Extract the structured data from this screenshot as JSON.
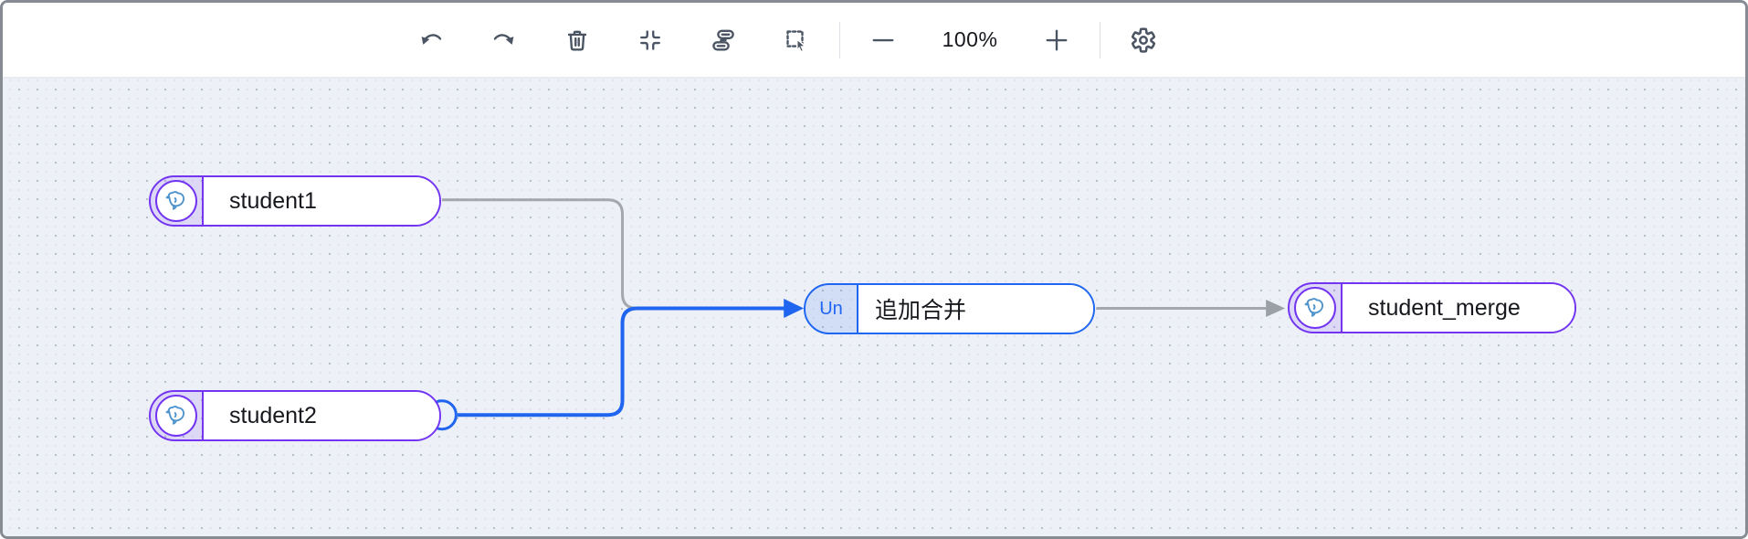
{
  "toolbar": {
    "zoom_level": "100%",
    "icons": [
      "undo",
      "redo",
      "delete",
      "fit-view",
      "auto-layout",
      "marquee-select",
      "zoom-out",
      "zoom-in",
      "settings"
    ]
  },
  "canvas": {
    "nodes": [
      {
        "id": "student1",
        "type": "mysql",
        "label": "student1"
      },
      {
        "id": "student2",
        "type": "mysql",
        "label": "student2"
      },
      {
        "id": "union",
        "type": "union",
        "label": "追加合并",
        "badge": "Un"
      },
      {
        "id": "student_merge",
        "type": "mysql",
        "label": "student_merge"
      }
    ],
    "edges": [
      {
        "from": "student1",
        "to": "union",
        "color": "#a4a7ac"
      },
      {
        "from": "student2",
        "to": "union",
        "color": "#2065ef"
      },
      {
        "from": "union",
        "to": "student_merge",
        "color": "#a4a7ac"
      }
    ]
  },
  "colors": {
    "mysql_node_border": "#7335f1",
    "union_node_border": "#1f66f2",
    "edge_gray": "#a4a7ac",
    "edge_blue": "#2065ef",
    "canvas_bg": "#edf1f7"
  }
}
